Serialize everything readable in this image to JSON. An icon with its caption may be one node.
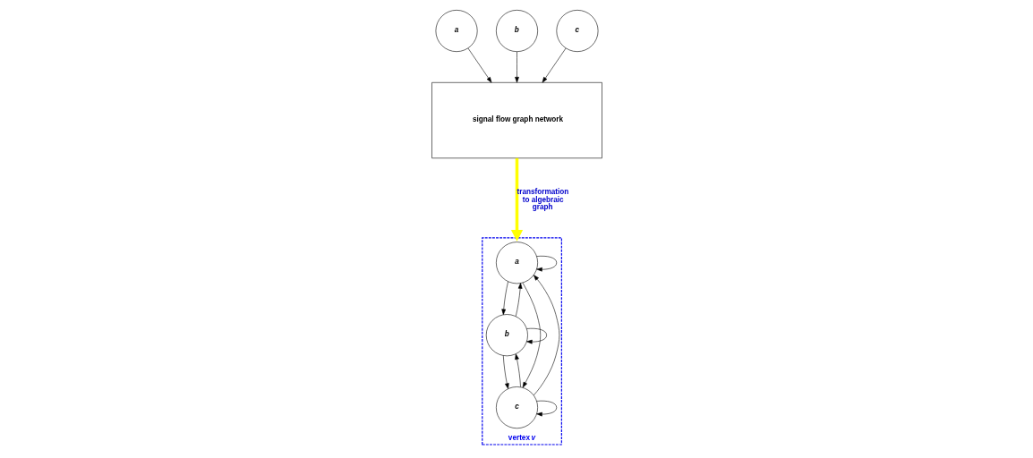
{
  "diagram": {
    "nodes": [
      {
        "text": [
          "a"
        ]
      },
      {
        "text": [
          "b"
        ]
      },
      {
        "text": [
          "c"
        ]
      },
      {
        "text": [
          "signal flow graph network"
        ]
      },
      {
        "text": [
          "vertex *v*"
        ]
      },
      {
        "text": [
          "a"
        ],
        "in": 4
      },
      {
        "text": [
          "b"
        ],
        "in": 4
      },
      {
        "text": [
          "c"
        ],
        "in": 4
      }
    ],
    "edges": [
      {
        "from": 0,
        "to": 3,
        "arrow": "to"
      },
      {
        "from": 1,
        "to": 3,
        "arrow": "to"
      },
      {
        "from": 2,
        "to": 3,
        "arrow": "to"
      },
      {
        "from": 3,
        "to": 4,
        "arrow": "to",
        "label": "transformation to algebraic graph",
        "style": "thick",
        "color": "#ffff00"
      },
      {
        "from": 5,
        "to": 5,
        "arrow": "to"
      },
      {
        "from": 5,
        "to": 7,
        "arrow": "to"
      },
      {
        "from": 7,
        "to": 5,
        "arrow": "to"
      },
      {
        "from": 7,
        "to": 7,
        "arrow": "to"
      },
      {
        "from": 5,
        "to": 6,
        "arrow": "to"
      },
      {
        "from": 6,
        "to": 5,
        "arrow": "to"
      },
      {
        "from": 7,
        "to": 6,
        "arrow": "to"
      },
      {
        "from": 6,
        "to": 7,
        "arrow": "to"
      },
      {
        "from": 6,
        "to": 6,
        "arrow": "to"
      }
    ]
  }
}
